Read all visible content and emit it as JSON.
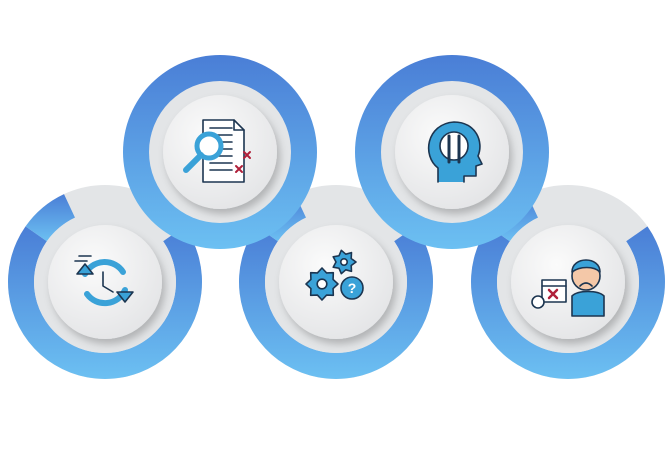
{
  "colors": {
    "ring_top": "#4a7ed6",
    "ring_bottom": "#6cc0f2",
    "band_gray": "#e3e5e7",
    "disc_white": "#f7f7f7",
    "icon_blue": "#3aa2d8",
    "icon_outline": "#1c3550",
    "icon_red": "#b0203a"
  },
  "nodes": [
    {
      "icon": "clock-refresh-icon",
      "row": "bottom"
    },
    {
      "icon": "document-search-icon",
      "row": "top"
    },
    {
      "icon": "gears-question-icon",
      "row": "bottom"
    },
    {
      "icon": "head-wrench-icon",
      "row": "top"
    },
    {
      "icon": "sad-user-calendar-icon",
      "row": "bottom"
    }
  ]
}
